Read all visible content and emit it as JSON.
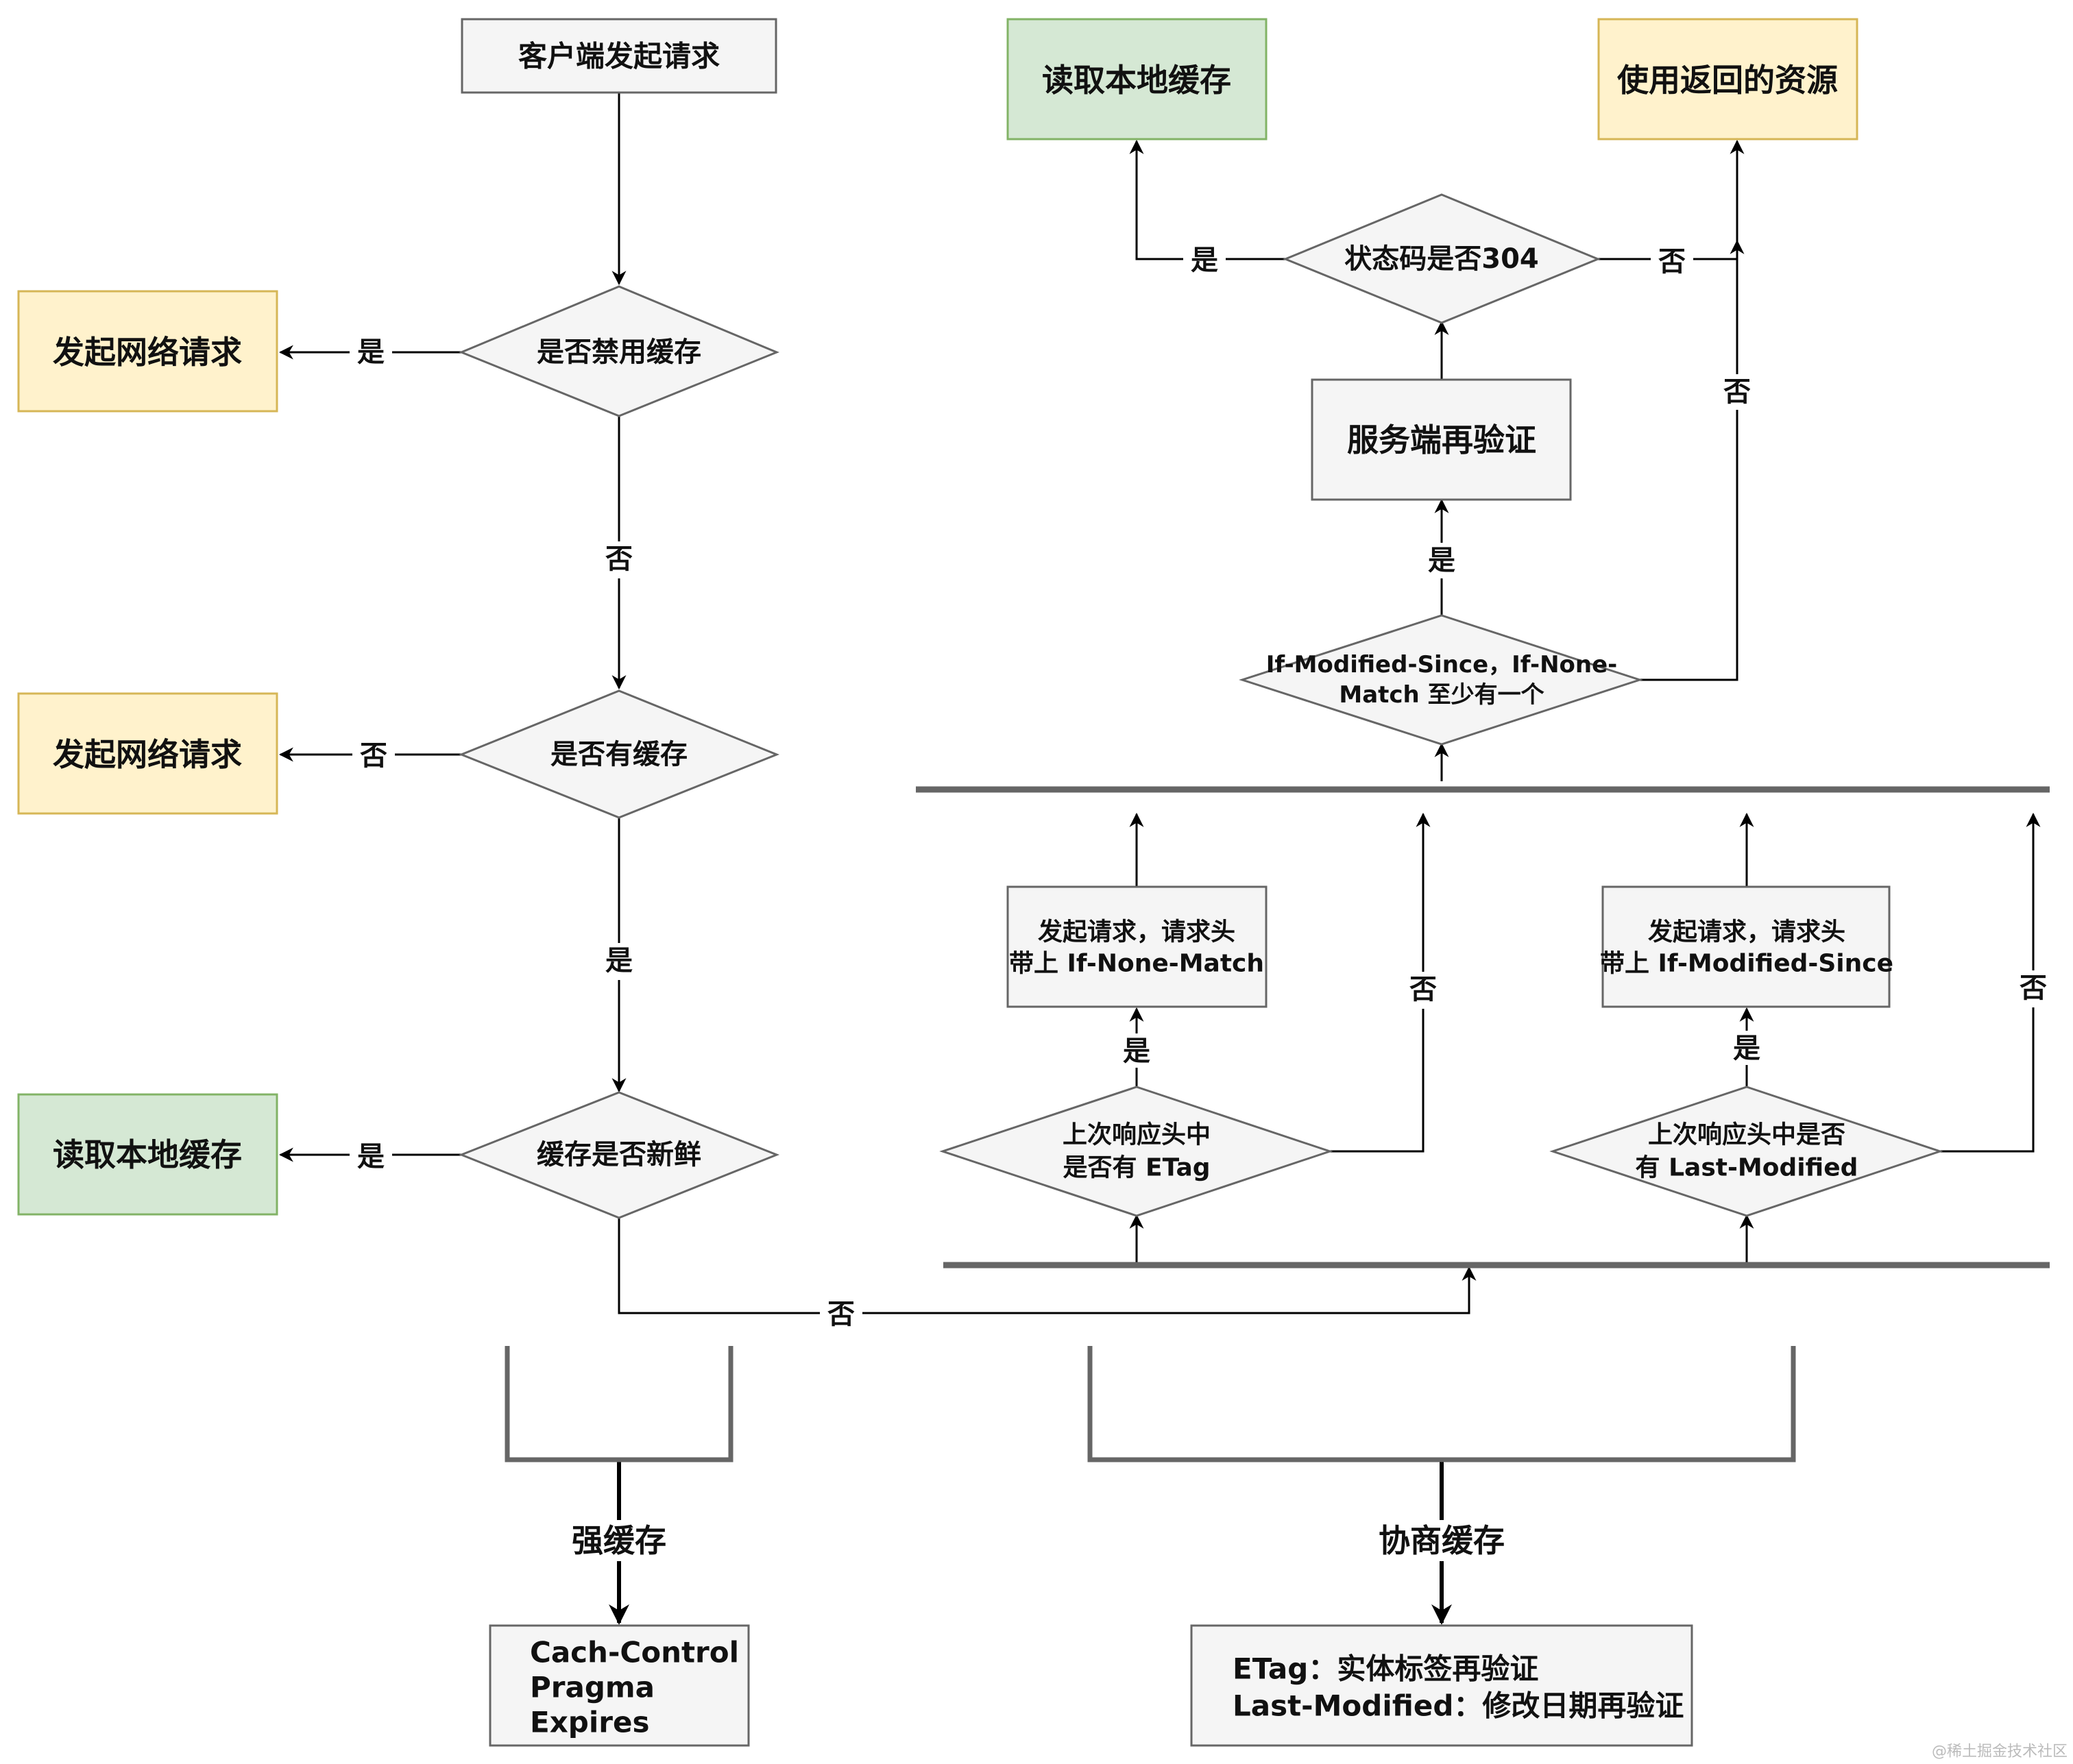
{
  "nodes": {
    "client_request": "客户端发起请求",
    "disable_cache_q": "是否禁用缓存",
    "network_request_1": "发起网络请求",
    "has_cache_q": "是否有缓存",
    "network_request_2": "发起网络请求",
    "cache_fresh_q": "缓存是否新鲜",
    "read_local_cache_left": "读取本地缓存",
    "read_local_cache_top": "读取本地缓存",
    "use_returned_resource": "使用返回的资源",
    "status_304_q": "状态码是否304",
    "server_revalidate": "服务端再验证",
    "if_headers_q": [
      "If-Modified-Since，If-None-",
      "Match 至少有一个"
    ],
    "request_if_none_match": [
      "发起请求，请求头",
      "带上 If-None-Match"
    ],
    "request_if_modified_since": [
      "发起请求，请求头",
      "带上 If-Modified-Since"
    ],
    "has_etag_q": [
      "上次响应头中",
      "是否有 ETag"
    ],
    "has_last_modified_q": [
      "上次响应头中是否",
      "有 Last-Modified"
    ],
    "strong_cache_items": [
      "Cach-Control",
      "Pragma",
      "Expires"
    ],
    "negotiated_cache_items": [
      "ETag：实体标签再验证",
      "Last-Modified：修改日期再验证"
    ]
  },
  "edge_labels": {
    "disable_yes": "是",
    "disable_no": "否",
    "has_cache_no": "否",
    "has_cache_yes": "是",
    "fresh_yes": "是",
    "fresh_no": "否",
    "status_yes": "是",
    "status_no": "否",
    "if_headers_yes": "是",
    "if_headers_no": "否",
    "etag_yes": "是",
    "etag_no": "否",
    "last_modified_yes": "是",
    "last_modified_no": "否"
  },
  "groups": {
    "strong_cache": "强缓存",
    "negotiated_cache": "协商缓存"
  },
  "watermark": "@稀土掘金技术社区",
  "colors": {
    "gray_fill": "#f5f5f5",
    "gray_stroke": "#666666",
    "green_fill": "#d5e8d4",
    "green_stroke": "#82b366",
    "yellow_fill": "#fff2cc",
    "yellow_stroke": "#d6b656"
  }
}
